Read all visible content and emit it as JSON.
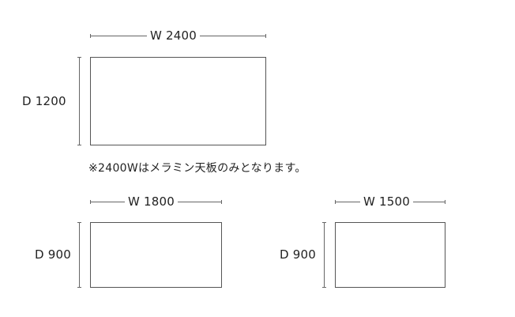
{
  "tables": [
    {
      "width_label": "W 2400",
      "depth_label": "D 1200"
    },
    {
      "width_label": "W 1800",
      "depth_label": "D 900"
    },
    {
      "width_label": "W 1500",
      "depth_label": "D 900"
    }
  ],
  "note": "※2400Wはメラミン天板のみとなります。"
}
